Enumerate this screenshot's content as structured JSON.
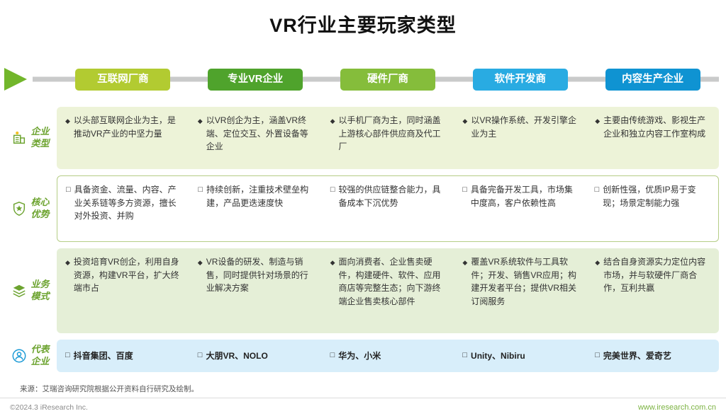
{
  "title": "VR行业主要玩家类型",
  "columns": [
    {
      "label": "互联网厂商",
      "color": "#b2cb31"
    },
    {
      "label": "专业VR企业",
      "color": "#4fa32c"
    },
    {
      "label": "硬件厂商",
      "color": "#85bd3b"
    },
    {
      "label": "软件开发商",
      "color": "#29abe2"
    },
    {
      "label": "内容生产企业",
      "color": "#0f93d2"
    }
  ],
  "rows": [
    {
      "label": "企业类型",
      "label_lines": [
        "企业",
        "类型"
      ],
      "icon": "building-icon",
      "bullet": "◆",
      "cells": [
        "以头部互联网企业为主，是推动VR产业的中坚力量",
        "以VR创企为主，涵盖VR终端、定位交互、外置设备等企业",
        "以手机厂商为主，同时涵盖上游核心部件供应商及代工厂",
        "以VR操作系统、开发引擎企业为主",
        "主要由传统游戏、影视生产企业和独立内容工作室构成"
      ]
    },
    {
      "label": "核心优势",
      "label_lines": [
        "核心",
        "优势"
      ],
      "icon": "shield-star-icon",
      "bullet": "□",
      "cells": [
        "具备资金、流量、内容、产业关系链等多方资源，擅长对外投资、并购",
        "持续创新，注重技术壁垒构建，产品更迭速度快",
        "较强的供应链整合能力，具备成本下沉优势",
        "具备完备开发工具，市场集中度高，客户依赖性高",
        "创新性强，优质IP易于变现；场景定制能力强"
      ]
    },
    {
      "label": "业务模式",
      "label_lines": [
        "业务",
        "模式"
      ],
      "icon": "layers-icon",
      "bullet": "◆",
      "cells": [
        "投资培育VR创企，利用自身资源，构建VR平台，扩大终端市占",
        "VR设备的研发、制造与销售，同时提供针对场景的行业解决方案",
        "面向消费者、企业售卖硬件，构建硬件、软件、应用商店等完整生态；向下游终端企业售卖核心部件",
        "覆盖VR系统软件与工具软件；开发、销售VR应用；构建开发者平台；提供VR相关订阅服务",
        "结合自身资源实力定位内容市场，并与软硬件厂商合作，互利共赢"
      ]
    },
    {
      "label": "代表企业",
      "label_lines": [
        "代表",
        "企业"
      ],
      "icon": "person-badge-icon",
      "bullet": "□",
      "cells": [
        "抖音集团、百度",
        "大朋VR、NOLO",
        "华为、小米",
        "Unity、Nibiru",
        "完美世界、爱奇艺"
      ]
    }
  ],
  "footer": {
    "source": "来源：艾瑞咨询研究院根据公开资料自行研究及绘制。",
    "copyright": "©2024.3 iResearch Inc.",
    "website": "www.iresearch.com.cn"
  },
  "colors": {
    "timeline_gray": "#c9caca",
    "arrow_green": "#72b62b",
    "row_label_green": "#6ca32f",
    "row1_bg": "#edf3d8",
    "row2_border": "#b5cd86",
    "row3_bg": "#e5efd7",
    "row4_bg": "#d8eefa",
    "website_green": "#7cb342"
  }
}
